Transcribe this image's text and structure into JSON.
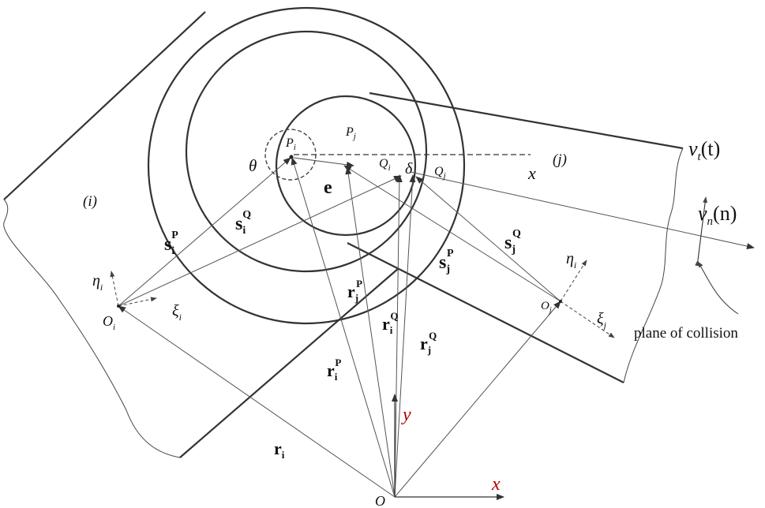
{
  "labels": {
    "body_i": "(i)",
    "body_j": "(j)",
    "theta": "θ",
    "e": "e",
    "x_upper": "x",
    "delta": "δ",
    "vt_v": "v",
    "vt_sub": "t",
    "vt_paren": "(t)",
    "vn_v": "v",
    "vn_sub": "n",
    "vn_paren": "(n)",
    "plane_of_collision": "plane of collision",
    "eta": "η",
    "xi": "ξ",
    "sub_i": "i",
    "sub_j": "j",
    "O": "O",
    "P": "P",
    "Q": "Q",
    "s": "s",
    "r": "r",
    "y_axis": "y",
    "x_axis": "x"
  },
  "colors": {
    "axis_label": "#b00000",
    "stroke": "#333333",
    "vector": "#555555"
  }
}
